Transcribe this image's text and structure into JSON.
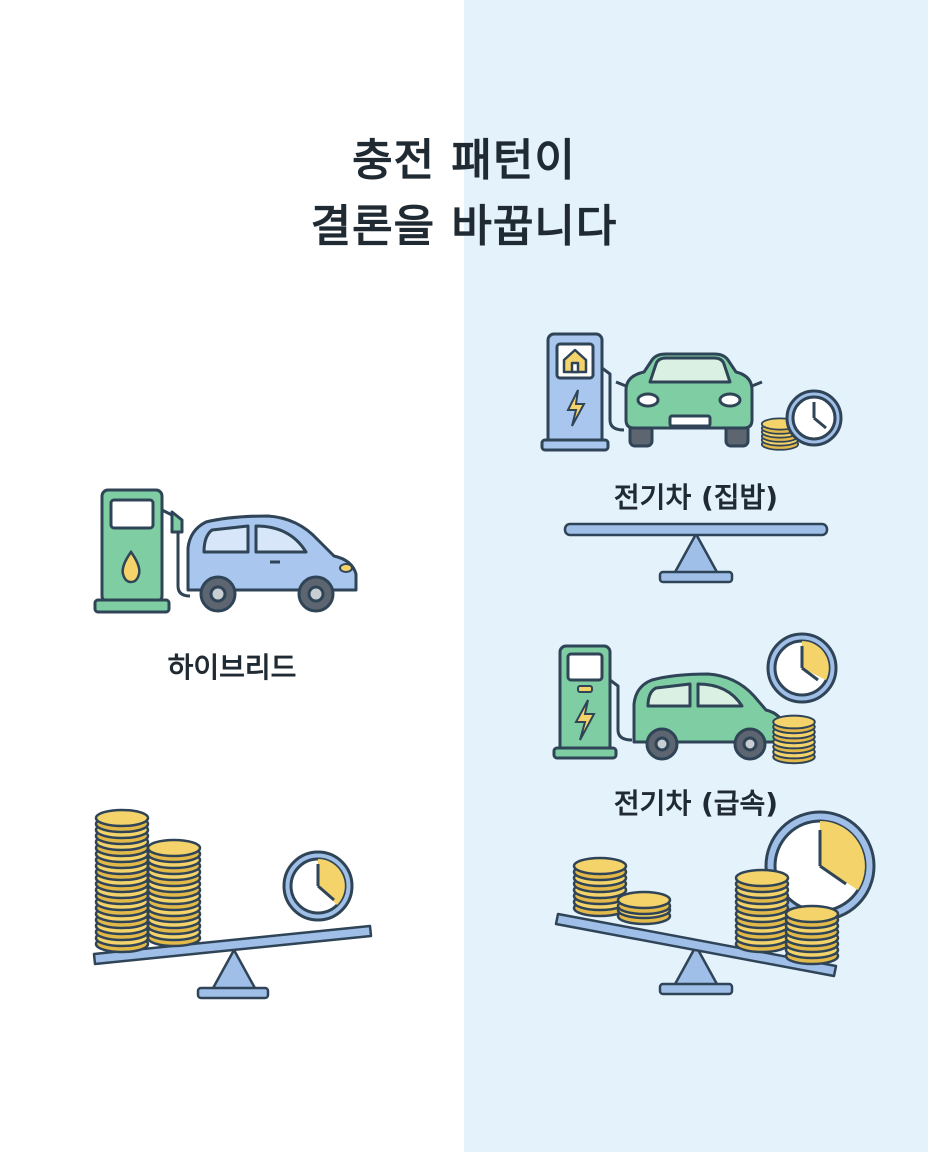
{
  "title": {
    "line1": "충전 패턴이",
    "line2": "결론을 바꿉니다"
  },
  "labels": {
    "hybrid": "하이브리드",
    "ev_home": "전기차 (집밥)",
    "ev_fast": "전기차 (급속)"
  },
  "colors": {
    "left_background": "#ffffff",
    "right_background": "#e4f2fc",
    "hybrid_car": "#a9c6ee",
    "ev_car": "#7fcea3",
    "pump_green": "#7fcea3",
    "pump_blue": "#a9c6ee",
    "coin_gold": "#f4d36b",
    "outline": "#2f4456",
    "seesaw": "#9fbfe8"
  },
  "icons": [
    "fuel-pump-icon",
    "hybrid-car-icon",
    "coin-stack-icon",
    "clock-icon",
    "seesaw-icon",
    "home-charger-icon",
    "ev-car-icon",
    "fast-charger-icon",
    "lightning-icon",
    "fuel-drop-icon",
    "house-icon"
  ]
}
